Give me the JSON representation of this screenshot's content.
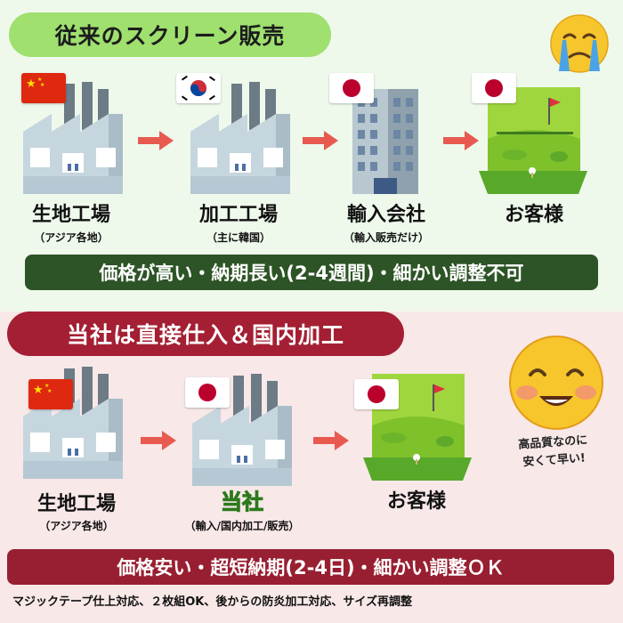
{
  "top": {
    "title": "従来のスクリーン販売",
    "steps": [
      {
        "label": "生地工場",
        "sub": "（アジア各地）",
        "flag": "china"
      },
      {
        "label": "加工工場",
        "sub": "（主に韓国）",
        "flag": "korea"
      },
      {
        "label": "輸入会社",
        "sub": "（輸入販売だけ）",
        "flag": "japan"
      },
      {
        "label": "お客様",
        "sub": "",
        "flag": "japan"
      }
    ],
    "banner": "価格が高い・納期長い(2-4週間)・細かい調整不可",
    "face_icon": "crying-face-icon"
  },
  "bottom": {
    "title": "当社は直接仕入＆国内加工",
    "steps": [
      {
        "label": "生地工場",
        "sub": "（アジア各地）",
        "flag": "china"
      },
      {
        "label": "当社",
        "sub": "（輸入/国内加工/販売）",
        "flag": "japan"
      },
      {
        "label": "お客様",
        "sub": "",
        "flag": "japan"
      }
    ],
    "banner": "価格安い・超短納期(2-4日)・細かい調整ＯＫ",
    "note_line1": "高品質なのに",
    "note_line2": "安くて早い!",
    "face_icon": "smiling-face-icon",
    "footer": "マジックテープ仕上対応、２枚組OK、後からの防炎加工対応、サイズ再調整"
  },
  "colors": {
    "top_bg": "#eef9ec",
    "bottom_bg": "#f8e8e8",
    "title_top_bg": "#9fe06f",
    "title_bottom_bg": "#a41f33",
    "banner_top_bg": "#2d5426",
    "banner_bottom_bg": "#981f31",
    "arrow": "#e85a50"
  }
}
